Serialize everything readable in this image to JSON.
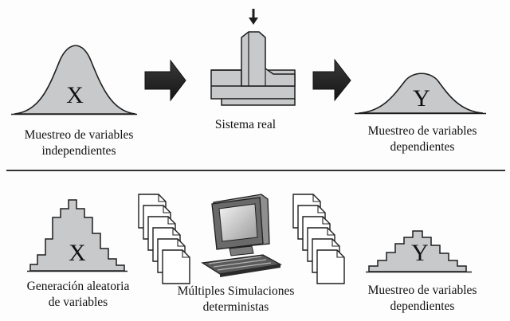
{
  "colors": {
    "fill": "#c7c9cb",
    "stroke": "#1e1e1e",
    "arrow": "#2a2a2a",
    "divider": "#333333"
  },
  "top": {
    "input": {
      "symbol": "X",
      "caption_line1": "Muestreo de variables",
      "caption_line2": "independientes",
      "icon": "bell-curve-icon"
    },
    "system": {
      "caption": "Sistema real",
      "icon": "physical-system-icon"
    },
    "output": {
      "symbol": "Y",
      "caption_line1": "Muestreo de variables",
      "caption_line2": "dependientes",
      "icon": "bell-curve-icon"
    }
  },
  "bottom": {
    "input": {
      "symbol": "X",
      "caption_line1": "Generación aleatoria",
      "caption_line2": "de variables",
      "icon": "stepped-histogram-icon"
    },
    "simulation": {
      "caption_line1": "Múltiples Simulaciones",
      "caption_line2": "deterministas",
      "icons": [
        "document-stack-icon",
        "computer-icon",
        "document-stack-icon"
      ]
    },
    "output": {
      "symbol": "Y",
      "caption_line1": "Muestreo de variables",
      "caption_line2": "dependientes",
      "icon": "stepped-histogram-icon"
    }
  }
}
